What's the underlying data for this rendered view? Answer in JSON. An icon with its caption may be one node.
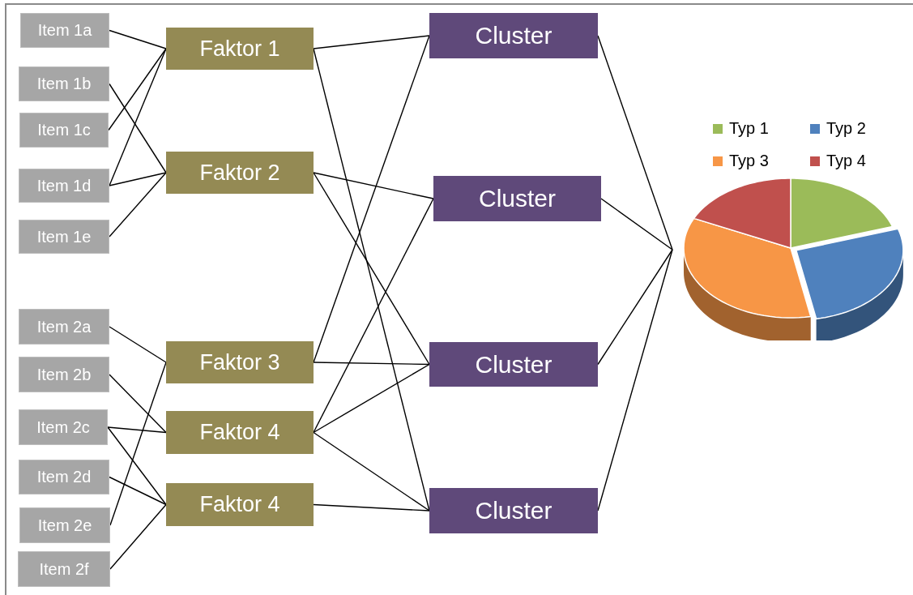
{
  "diagram": {
    "nodes": [
      {
        "text": [
          "Item 1a"
        ]
      },
      {
        "text": [
          "Item 1b"
        ]
      },
      {
        "text": [
          "Item 1c"
        ]
      },
      {
        "text": [
          "Item 1d"
        ]
      },
      {
        "text": [
          "Item 1e"
        ]
      },
      {
        "text": [
          "Item 2a"
        ]
      },
      {
        "text": [
          "Item 2b"
        ]
      },
      {
        "text": [
          "Item 2c"
        ]
      },
      {
        "text": [
          "Item 2d"
        ]
      },
      {
        "text": [
          "Item 2e"
        ]
      },
      {
        "text": [
          "Item 2f"
        ]
      },
      {
        "text": [
          "Faktor 1"
        ]
      },
      {
        "text": [
          "Faktor 2"
        ]
      },
      {
        "text": [
          "Faktor 3"
        ]
      },
      {
        "text": [
          "Faktor 4"
        ]
      },
      {
        "text": [
          "Faktor 4"
        ]
      },
      {
        "text": [
          "Cluster"
        ]
      },
      {
        "text": [
          "Cluster"
        ]
      },
      {
        "text": [
          "Cluster"
        ]
      },
      {
        "text": [
          "Cluster"
        ]
      },
      {
        "text": [],
        "shape": "picture"
      }
    ],
    "edges": [
      {
        "from": 0,
        "to": 11,
        "arrow": "none"
      },
      {
        "from": 1,
        "to": 12,
        "arrow": "none"
      },
      {
        "from": 2,
        "to": 11,
        "arrow": "none"
      },
      {
        "from": 3,
        "to": 11,
        "arrow": "none"
      },
      {
        "from": 3,
        "to": 12,
        "arrow": "none"
      },
      {
        "from": 4,
        "to": 12,
        "arrow": "none"
      },
      {
        "from": 5,
        "to": 13,
        "arrow": "none"
      },
      {
        "from": 6,
        "to": 14,
        "arrow": "none"
      },
      {
        "from": 7,
        "to": 14,
        "arrow": "none"
      },
      {
        "from": 7,
        "to": 15,
        "arrow": "none"
      },
      {
        "from": 8,
        "to": 15,
        "arrow": "none"
      },
      {
        "from": 9,
        "to": 13,
        "arrow": "none"
      },
      {
        "from": 10,
        "to": 15,
        "arrow": "none"
      },
      {
        "from": 11,
        "to": 16,
        "arrow": "none"
      },
      {
        "from": 11,
        "to": 19,
        "arrow": "none"
      },
      {
        "from": 12,
        "to": 17,
        "arrow": "none"
      },
      {
        "from": 12,
        "to": 18,
        "arrow": "none"
      },
      {
        "from": 13,
        "to": 16,
        "arrow": "none"
      },
      {
        "from": 13,
        "to": 18,
        "arrow": "none"
      },
      {
        "from": 14,
        "to": 17,
        "arrow": "none"
      },
      {
        "from": 14,
        "to": 18,
        "arrow": "none"
      },
      {
        "from": 14,
        "to": 19,
        "arrow": "none"
      },
      {
        "from": 15,
        "to": 19,
        "arrow": "none"
      },
      {
        "from": 16,
        "to": 20,
        "arrow": "none"
      },
      {
        "from": 17,
        "to": 20,
        "arrow": "none"
      },
      {
        "from": 18,
        "to": 20,
        "arrow": "none"
      },
      {
        "from": 19,
        "to": 20,
        "arrow": "none"
      }
    ],
    "legend": [
      {
        "text": "Typ 1",
        "color": "#9bbb59"
      },
      {
        "text": "Typ 2",
        "color": "#4f81bd"
      },
      {
        "text": "Typ 3",
        "color": "#f79646"
      },
      {
        "text": "Typ 4",
        "color": "#c0504d"
      }
    ]
  }
}
